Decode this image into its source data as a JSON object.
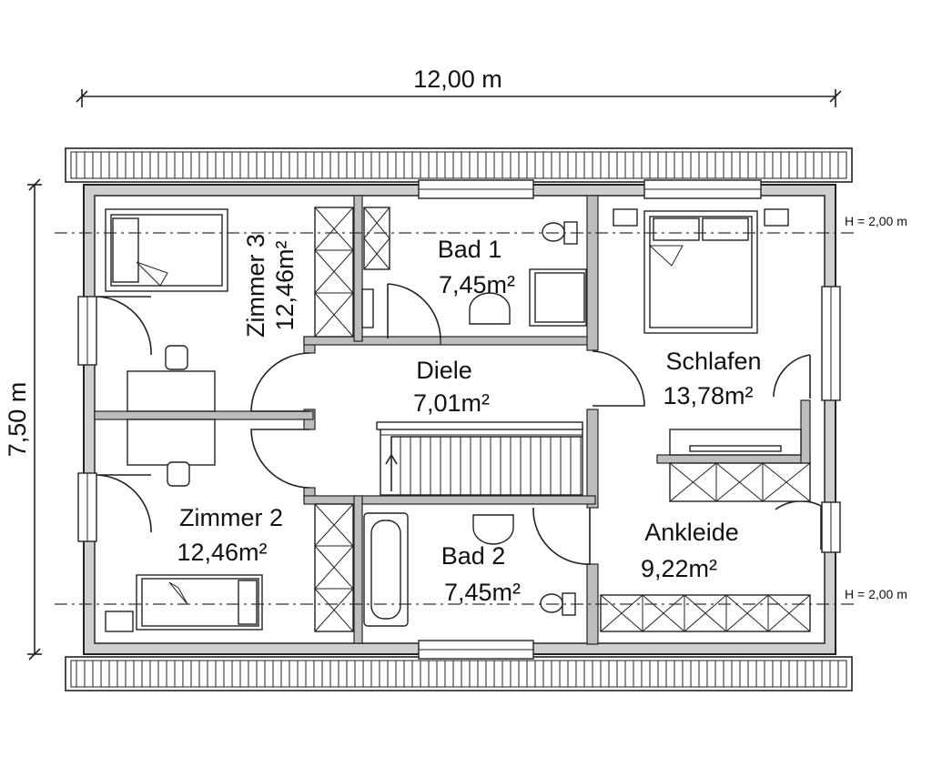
{
  "dimensions": {
    "width_label": "12,00 m",
    "height_label": "7,50 m"
  },
  "height_lines": {
    "top_label": "H = 2,00 m",
    "bottom_label": "H = 2,00 m"
  },
  "rooms": {
    "zimmer3": {
      "name": "Zimmer 3",
      "area": "12,46m²"
    },
    "bad1": {
      "name": "Bad 1",
      "area": "7,45m²"
    },
    "diele": {
      "name": "Diele",
      "area": "7,01m²"
    },
    "schlafen": {
      "name": "Schlafen",
      "area": "13,78m²"
    },
    "zimmer2": {
      "name": "Zimmer 2",
      "area": "12,46m²"
    },
    "bad2": {
      "name": "Bad 2",
      "area": "7,45m²"
    },
    "ankleide": {
      "name": "Ankleide",
      "area": "9,22m²"
    }
  },
  "colors": {
    "wall": "#cfcfcf",
    "line": "#222222"
  }
}
